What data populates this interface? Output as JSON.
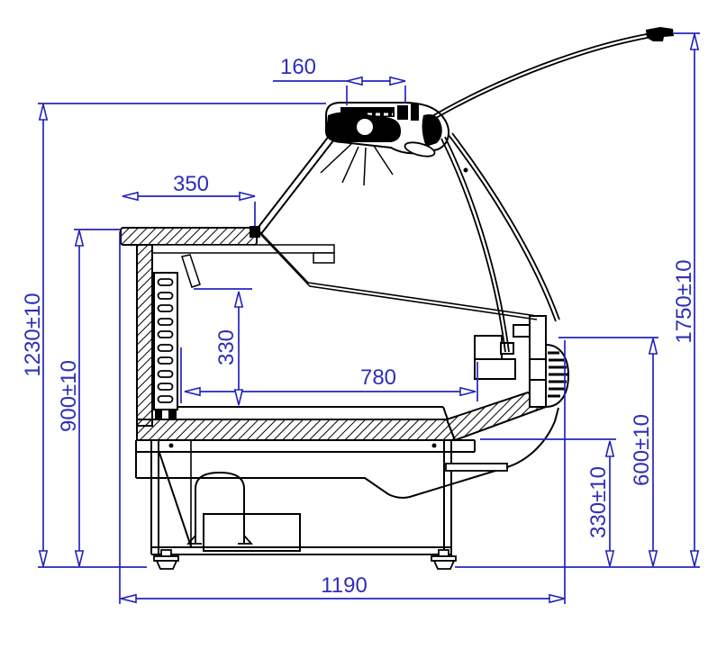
{
  "drawing": {
    "type": "technical-section-drawing",
    "subject": "serve-over refrigerated display counter, side cross-section",
    "units": "mm",
    "colors": {
      "dimension_lines": "#2424bb",
      "linework": "#000000",
      "background": "#ffffff"
    },
    "dimensions": {
      "canopy_top_width": {
        "label": "160"
      },
      "counter_top_depth": {
        "label": "350"
      },
      "display_opening_height": {
        "label": "330"
      },
      "well_inner_depth": {
        "label": "780"
      },
      "height_to_canopy": {
        "label": "1230±10"
      },
      "counter_height": {
        "label": "900±10"
      },
      "overall_height_glass_open": {
        "label": "1750±10"
      },
      "front_height": {
        "label": "600±10"
      },
      "lower_front_height": {
        "label": "330±10"
      },
      "overall_depth": {
        "label": "1190"
      }
    }
  }
}
